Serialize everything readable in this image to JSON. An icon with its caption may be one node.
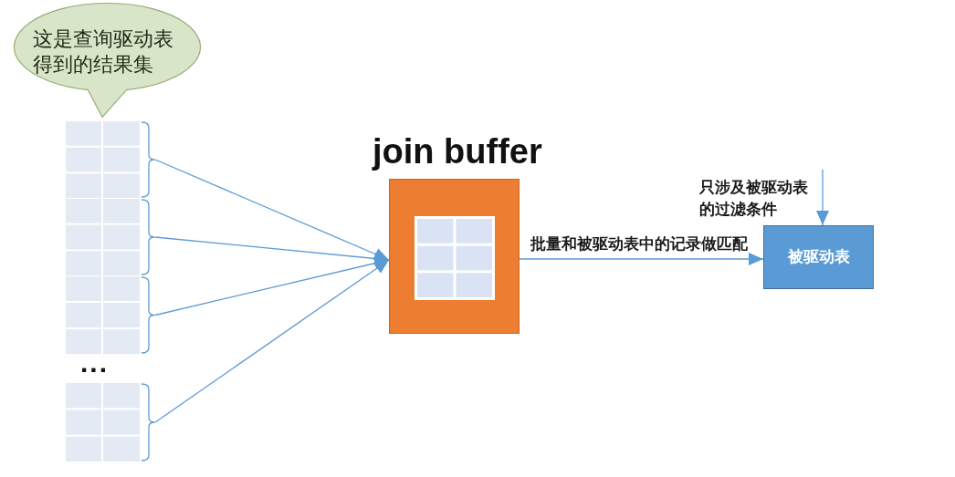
{
  "diagram": {
    "nodes": [
      {
        "text": [
          "这是查询驱动表得到的结果集"
        ]
      },
      {
        "text": [],
        "shape": "table"
      },
      {
        "text": [],
        "shape": "table"
      },
      {
        "text": [],
        "shape": "table"
      },
      {
        "text": [],
        "shape": "table"
      },
      {
        "text": [
          "join buffer"
        ]
      },
      {
        "text": [],
        "shape": "table",
        "in": 5
      },
      {
        "text": [
          "被驱动表"
        ]
      }
    ],
    "edges": [
      {
        "from": 1,
        "to": 5,
        "arrow": "to"
      },
      {
        "from": 2,
        "to": 5,
        "arrow": "to"
      },
      {
        "from": 3,
        "to": 5,
        "arrow": "to"
      },
      {
        "from": 4,
        "to": 5,
        "arrow": "to"
      },
      {
        "from": 5,
        "to": 7,
        "arrow": "to",
        "label": "批量和被驱动表中的记录做匹配"
      },
      {
        "from": null,
        "to": 7,
        "arrow": "to",
        "label": "只涉及被驱动表的过滤条件"
      }
    ],
    "labels": [
      "..."
    ]
  }
}
